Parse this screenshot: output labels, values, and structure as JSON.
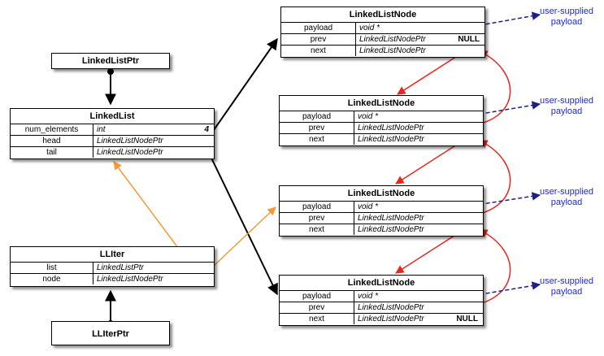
{
  "colors": {
    "black": "#000000",
    "red": "#e8281f",
    "orange": "#f59a3a",
    "navy": "#1d1f8c",
    "blue_text": "#1d2ad4"
  },
  "linked_list_ptr": {
    "title": "LinkedListPtr"
  },
  "linked_list": {
    "title": "LinkedList",
    "rows": [
      {
        "name": "num_elements",
        "type": "int",
        "value": "4"
      },
      {
        "name": "head",
        "type": "LinkedListNodePtr"
      },
      {
        "name": "tail",
        "type": "LinkedListNodePtr"
      }
    ]
  },
  "lliter": {
    "title": "LLIter",
    "rows": [
      {
        "name": "list",
        "type": "LinkedListPtr"
      },
      {
        "name": "node",
        "type": "LinkedListNodePtr"
      }
    ]
  },
  "lliter_ptr": {
    "title": "LLIterPtr"
  },
  "nodes": [
    {
      "title": "LinkedListNode",
      "rows": [
        {
          "name": "payload",
          "type": "void *"
        },
        {
          "name": "prev",
          "type": "LinkedListNodePtr",
          "value": "NULL"
        },
        {
          "name": "next",
          "type": "LinkedListNodePtr"
        }
      ],
      "payload_label": "user-supplied payload"
    },
    {
      "title": "LinkedListNode",
      "rows": [
        {
          "name": "payload",
          "type": "void *"
        },
        {
          "name": "prev",
          "type": "LinkedListNodePtr"
        },
        {
          "name": "next",
          "type": "LinkedListNodePtr"
        }
      ],
      "payload_label": "user-supplied payload"
    },
    {
      "title": "LinkedListNode",
      "rows": [
        {
          "name": "payload",
          "type": "void *"
        },
        {
          "name": "prev",
          "type": "LinkedListNodePtr"
        },
        {
          "name": "next",
          "type": "LinkedListNodePtr"
        }
      ],
      "payload_label": "user-supplied payload"
    },
    {
      "title": "LinkedListNode",
      "rows": [
        {
          "name": "payload",
          "type": "void *"
        },
        {
          "name": "prev",
          "type": "LinkedListNodePtr"
        },
        {
          "name": "next",
          "type": "LinkedListNodePtr",
          "value": "NULL"
        }
      ],
      "payload_label": "user-supplied payload"
    }
  ]
}
